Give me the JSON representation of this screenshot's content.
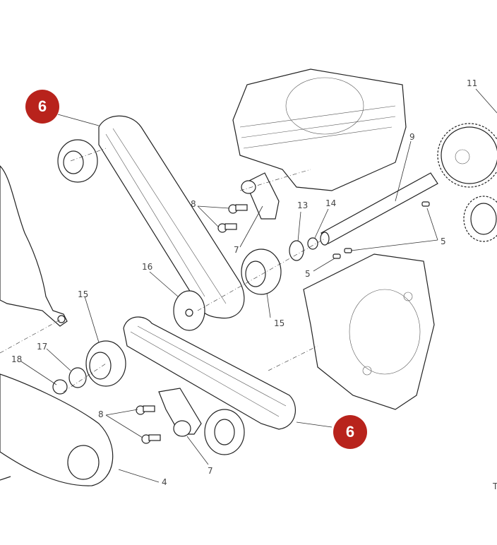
{
  "diagram": {
    "callouts": [
      {
        "label": "6",
        "part": "timing-belt"
      },
      {
        "label": "6",
        "part": "timing-belt"
      }
    ],
    "labels": {
      "p4": "4",
      "p5a": "5",
      "p5b": "5",
      "p7a": "7",
      "p7b": "7",
      "p8a": "8",
      "p8b": "8",
      "p9": "9",
      "p11": "11",
      "p13": "13",
      "p14": "14",
      "p15a": "15",
      "p15b": "15",
      "p16": "16",
      "p17": "17",
      "p18": "18"
    },
    "corner_mark": "T",
    "accent_color": "#b8231c"
  }
}
